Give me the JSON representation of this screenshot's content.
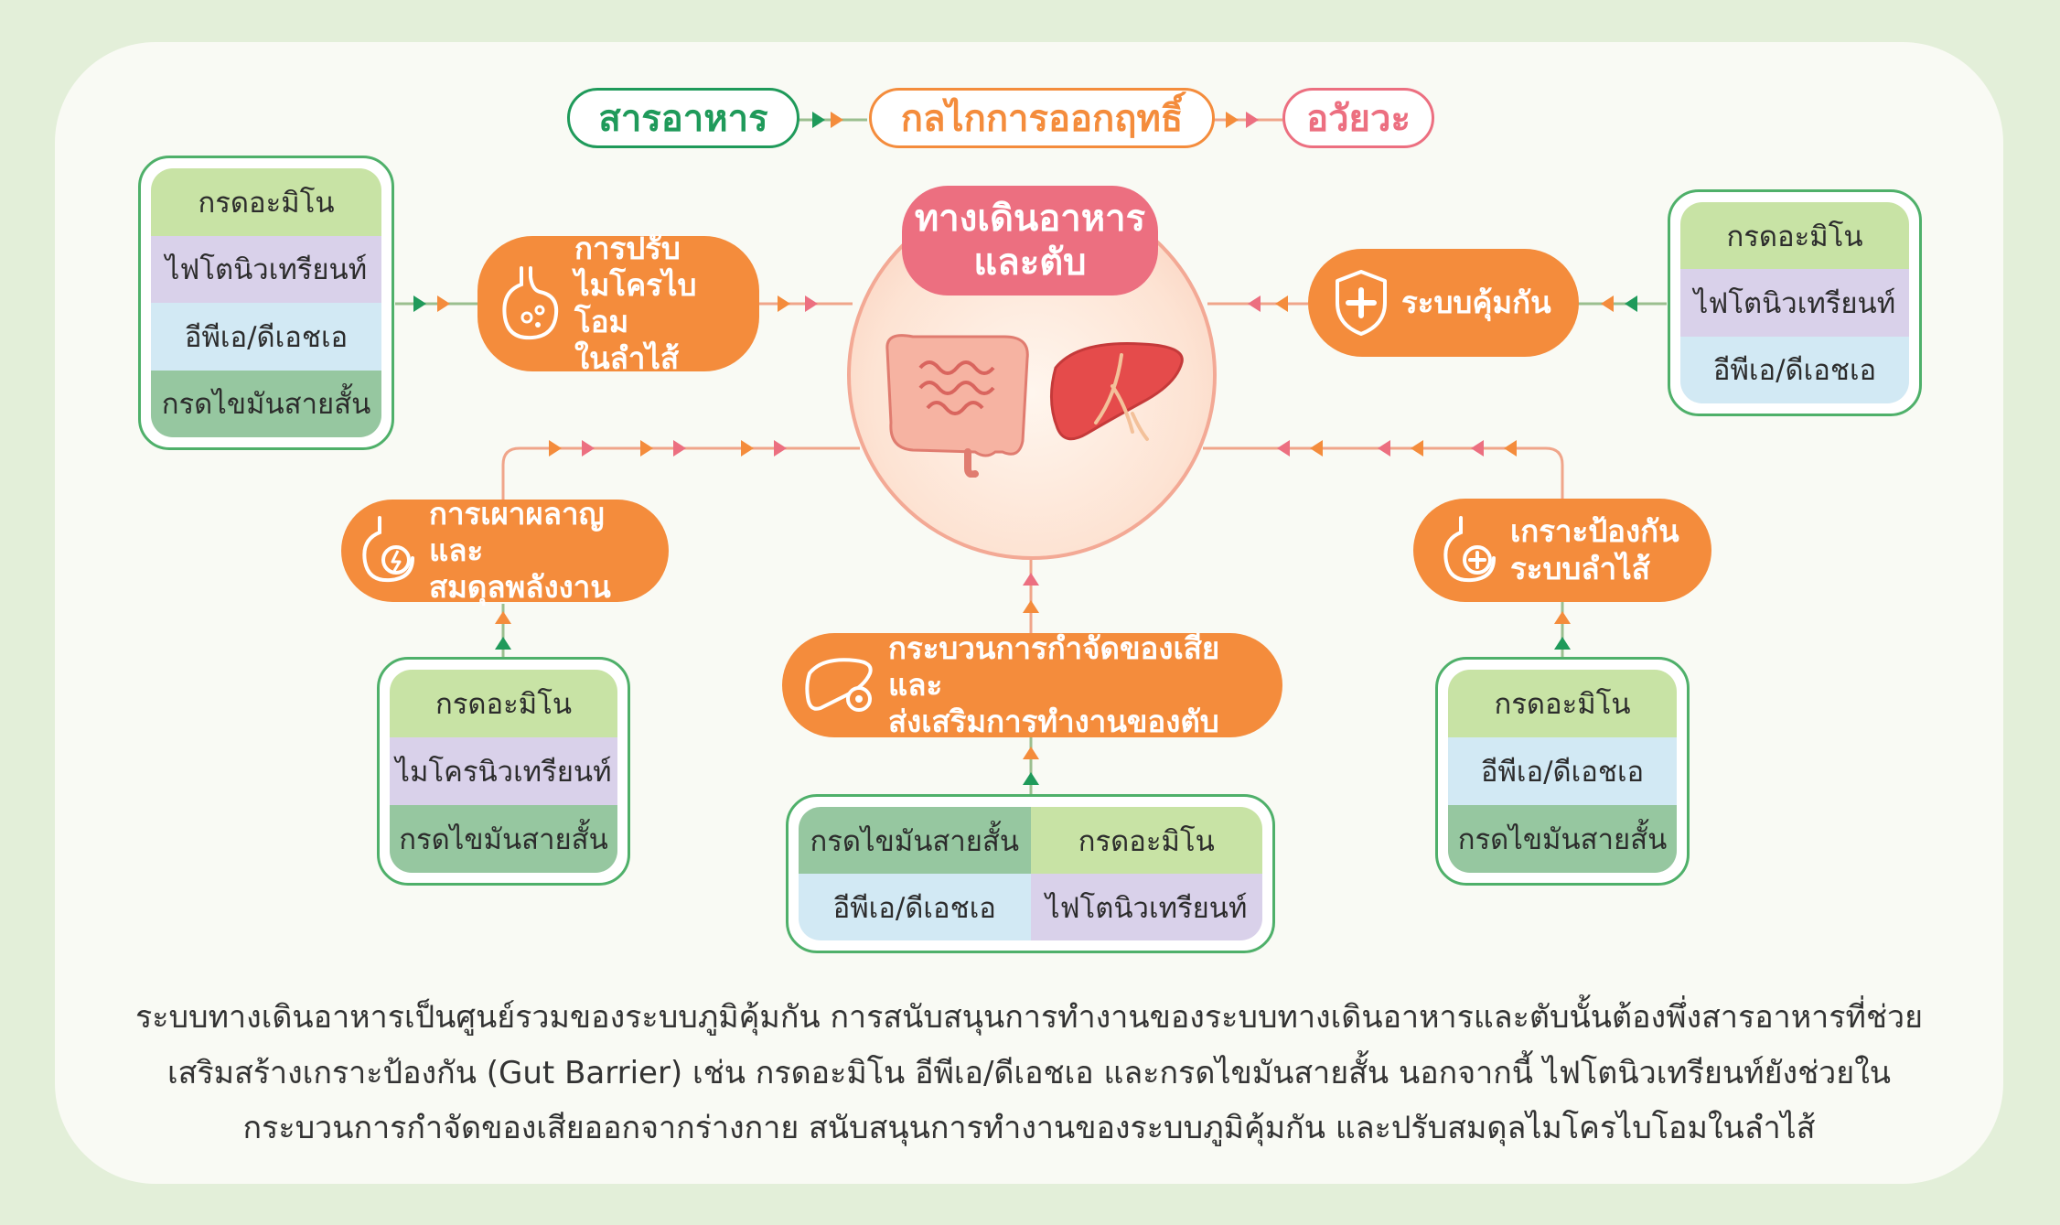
{
  "header": {
    "nutrients": "สารอาหาร",
    "mechanism": "กลไกการออกฤทธิ์",
    "organ": "อวัยวะ"
  },
  "center": {
    "title_line1": "ทางเดินอาหาร",
    "title_line2": "และตับ"
  },
  "mechanisms": {
    "microbiome": {
      "line1": "การปรับ",
      "line2": "ไมโครไบโอม",
      "line3": "ในลำไส้"
    },
    "immune": {
      "line1": "ระบบคุ้มกัน"
    },
    "metabolism": {
      "line1": "การเผาผลาญและ",
      "line2": "สมดุลพลังงาน"
    },
    "barrier": {
      "line1": "เกราะป้องกัน",
      "line2": "ระบบลำไส้"
    },
    "detox": {
      "line1": "กระบวนการกำจัดของเสียและ",
      "line2": "ส่งเสริมการทำงานของตับ"
    }
  },
  "groups": {
    "left_top": [
      "กรดอะมิโน",
      "ไฟโตนิวเทรียนท์",
      "อีพีเอ/ดีเอชเอ",
      "กรดไขมันสายสั้น"
    ],
    "right_top": [
      "กรดอะมิโน",
      "ไฟโตนิวเทรียนท์",
      "อีพีเอ/ดีเอชเอ"
    ],
    "left_bottom": [
      "กรดอะมิโน",
      "ไมโครนิวเทรียนท์",
      "กรดไขมันสายสั้น"
    ],
    "right_bottom": [
      "กรดอะมิโน",
      "อีพีเอ/ดีเอชเอ",
      "กรดไขมันสายสั้น"
    ],
    "center_bottom": [
      "กรดไขมันสายสั้น",
      "กรดอะมิโน",
      "อีพีเอ/ดีเอชเอ",
      "ไฟโตนิวเทรียนท์"
    ]
  },
  "description": {
    "line1": "ระบบทางเดินอาหารเป็นศูนย์รวมของระบบภูมิคุ้มกัน การสนับสนุนการทำงานของระบบทางเดินอาหารและตับนั้นต้องพึ่งสารอาหารที่ช่วย",
    "line2": "เสริมสร้างเกราะป้องกัน (Gut Barrier) เช่น กรดอะมิโน อีพีเอ/ดีเอชเอ และกรดไขมันสายสั้น นอกจากนี้ ไฟโตนิวเทรียนท์ยังช่วยใน",
    "line3": "กระบวนการกำจัดของเสียออกจากร่างกาย สนับสนุนการทำงานของระบบภูมิคุ้มกัน และปรับสมดุลไมโครไบโอมในลำไส้"
  },
  "colors": {
    "background": "#e3efd9",
    "card": "#f9faf4",
    "orange": "#f48c3c",
    "green": "#1f9a5a",
    "pink": "#ec6f80",
    "amino": "#c8e3a5",
    "phyto": "#d9d1ea",
    "epa": "#d2e9f4",
    "scfa": "#96c7a0"
  },
  "icons": [
    "stomach-bacteria-icon",
    "shield-plus-icon",
    "stomach-energy-icon",
    "stomach-plus-icon",
    "liver-target-icon",
    "intestine-icon",
    "liver-icon"
  ]
}
